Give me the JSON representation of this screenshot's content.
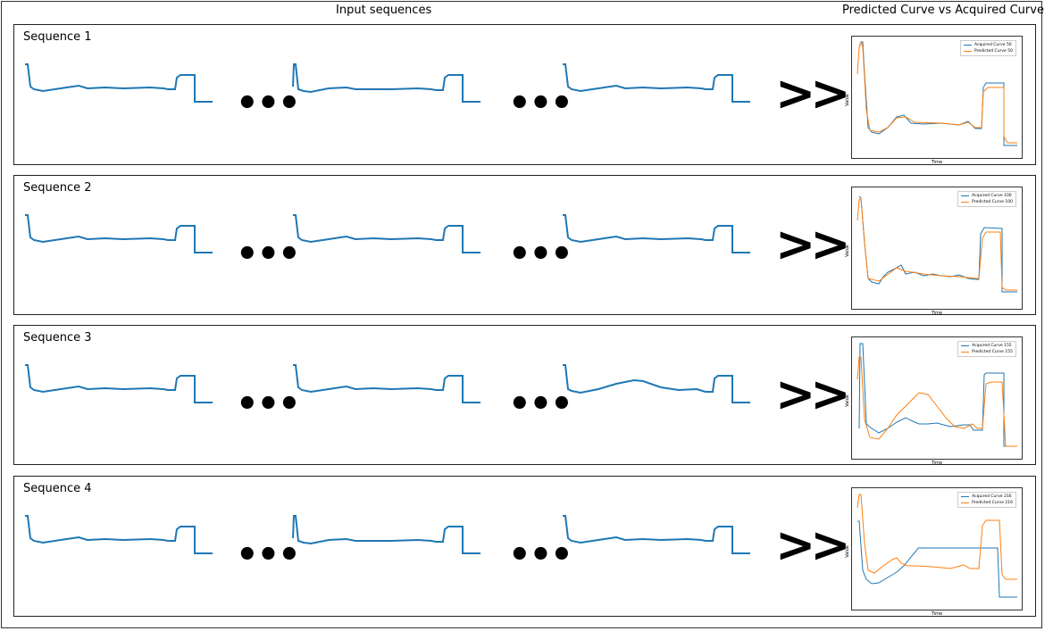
{
  "headers": {
    "input": "Input sequences",
    "output": "Predicted Curve vs Acquired Curve"
  },
  "ellipsis": "•••",
  "arrow": ">>",
  "colors": {
    "acquired": "#1f77b4",
    "predicted": "#ff7f0e",
    "frame": "#222222"
  },
  "panels": [
    {
      "label": "Sequence 1",
      "legend": {
        "acquired": "Acquired Curve 50",
        "predicted": "Predicted Curve 50"
      },
      "xlabel": "Time",
      "ylabel": "Value"
    },
    {
      "label": "Sequence 2",
      "legend": {
        "acquired": "Acquired Curve 100",
        "predicted": "Predicted Curve 100"
      },
      "xlabel": "Time",
      "ylabel": "Value"
    },
    {
      "label": "Sequence 3",
      "legend": {
        "acquired": "Acquired Curve 155",
        "predicted": "Predicted Curve 155"
      },
      "xlabel": "Time",
      "ylabel": "Value"
    },
    {
      "label": "Sequence 4",
      "legend": {
        "acquired": "Acquired Curve 216",
        "predicted": "Predicted Curve 216"
      },
      "xlabel": "Time",
      "ylabel": "Value"
    }
  ]
}
